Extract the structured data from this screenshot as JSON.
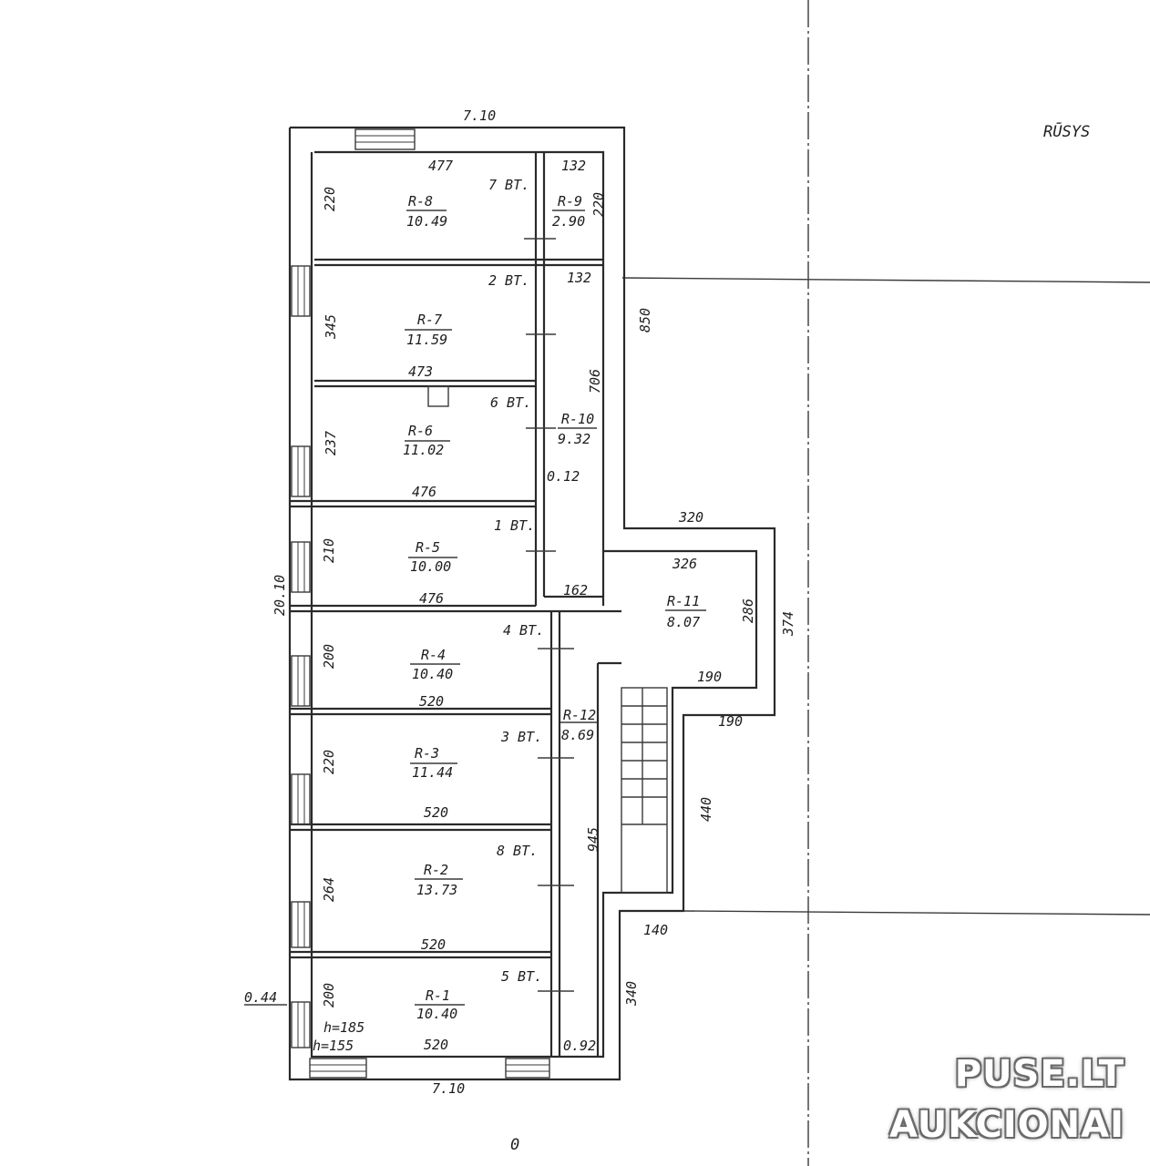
{
  "plan": {
    "title": "RŪSYS",
    "bottom_mark": "0",
    "rooms": [
      {
        "id": "R-8",
        "area": "10.49",
        "heater": "7 BT."
      },
      {
        "id": "R-9",
        "area": "2.90"
      },
      {
        "id": "R-7",
        "area": "11.59",
        "heater": "2 BT."
      },
      {
        "id": "R-6",
        "area": "11.02",
        "heater": "6 BT."
      },
      {
        "id": "R-10",
        "area": "9.32"
      },
      {
        "id": "R-5",
        "area": "10.00",
        "heater": "1 BT."
      },
      {
        "id": "R-11",
        "area": "8.07"
      },
      {
        "id": "R-4",
        "area": "10.40",
        "heater": "4 BT."
      },
      {
        "id": "R-12",
        "area": "8.69"
      },
      {
        "id": "R-3",
        "area": "11.44",
        "heater": "3 BT."
      },
      {
        "id": "R-2",
        "area": "13.73",
        "heater": "8 BT."
      },
      {
        "id": "R-1",
        "area": "10.40",
        "heater": "5 BT."
      }
    ],
    "dimensions": {
      "top_width": "7.10",
      "bottom_width": "7.10",
      "total_height": "20.10",
      "offset_left": "0.44",
      "r8_width": "477",
      "r8_height": "220",
      "r9_width": "132",
      "r9_height": "220",
      "r10_top": "132",
      "r10_height": "706",
      "r10_gap": "0.12",
      "r10_bottom": "162",
      "r7_height": "345",
      "r7_width": "473",
      "r6_height": "237",
      "r6_width": "476",
      "r5_height": "210",
      "r5_width": "476",
      "r4_height": "200",
      "r4_width": "520",
      "r3_height": "220",
      "r3_width": "520",
      "r2_height": "264",
      "r2_width": "520",
      "r1_height": "200",
      "r1_width": "520",
      "ceiling_h1": "h=185",
      "ceiling_h2": "h=155",
      "corridor_bottom": "0.92",
      "r12_height": "945",
      "ext_850": "850",
      "ext_320": "320",
      "r11_width": "326",
      "r11_height": "286",
      "ext_374": "374",
      "r11_bottom": "190",
      "ext_190": "190",
      "ext_440": "440",
      "ext_140": "140",
      "ext_340": "340"
    }
  },
  "watermark": {
    "line1": "PUSE.LT",
    "line2": "AUKCIONAI"
  }
}
